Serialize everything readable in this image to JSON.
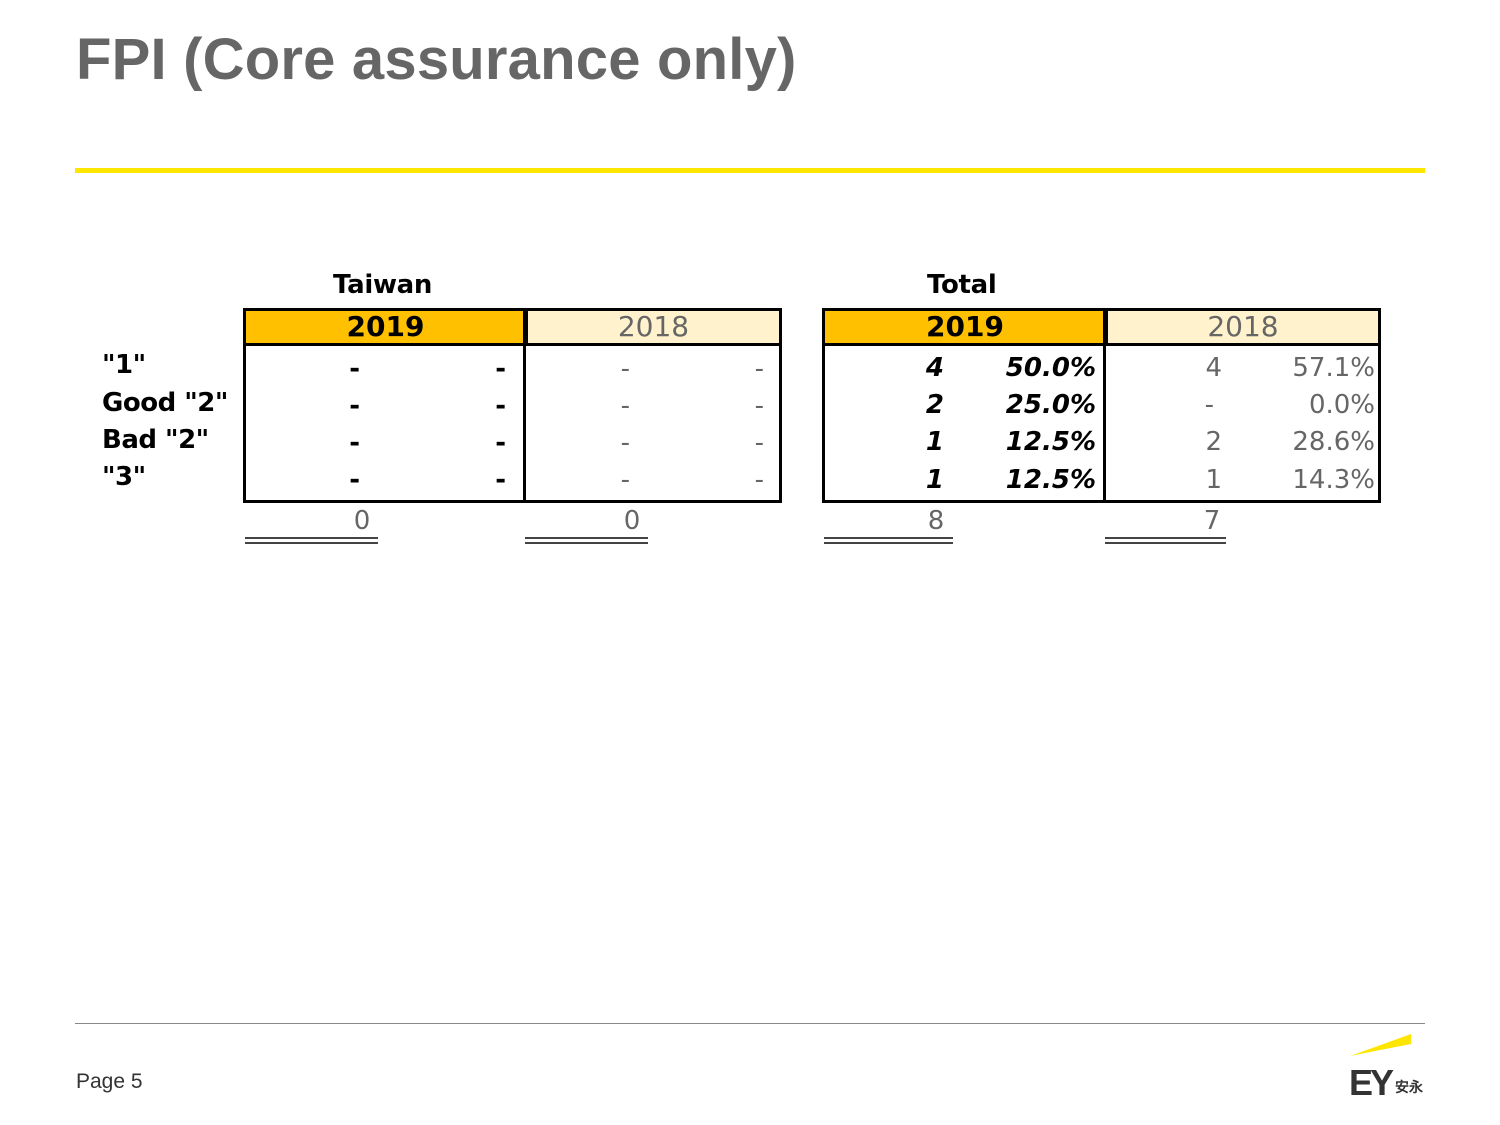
{
  "slide": {
    "title": "FPI (Core assurance only)",
    "page": "Page 5",
    "logo": {
      "text": "EY",
      "cn": "安永",
      "name": "ey-logo"
    }
  },
  "rows": [
    "\"1\"",
    "Good \"2\"",
    "Bad \"2\"",
    "\"3\""
  ],
  "taiwan": {
    "title": "Taiwan",
    "h2019": "2019",
    "h2018": "2018",
    "c2019": [
      [
        "-",
        "-"
      ],
      [
        "-",
        "-"
      ],
      [
        "-",
        "-"
      ],
      [
        "-",
        "-"
      ]
    ],
    "c2018": [
      [
        "-",
        "-"
      ],
      [
        "-",
        "-"
      ],
      [
        "-",
        "-"
      ],
      [
        "-",
        "-"
      ]
    ],
    "t2019": "0",
    "t2018": "0"
  },
  "total": {
    "title": "Total",
    "h2019": "2019",
    "h2018": "2018",
    "c2019": [
      [
        "4",
        "50.0%"
      ],
      [
        "2",
        "25.0%"
      ],
      [
        "1",
        "12.5%"
      ],
      [
        "1",
        "12.5%"
      ]
    ],
    "c2018": [
      [
        "4",
        "57.1%"
      ],
      [
        "-",
        "0.0%"
      ],
      [
        "2",
        "28.6%"
      ],
      [
        "1",
        "14.3%"
      ]
    ],
    "t2019": "8",
    "t2018": "7"
  },
  "colors": {
    "accent_yellow": "#ffe600",
    "header_2019": "#ffc000",
    "header_2018": "#fff2cc",
    "title_grey": "#666666"
  }
}
